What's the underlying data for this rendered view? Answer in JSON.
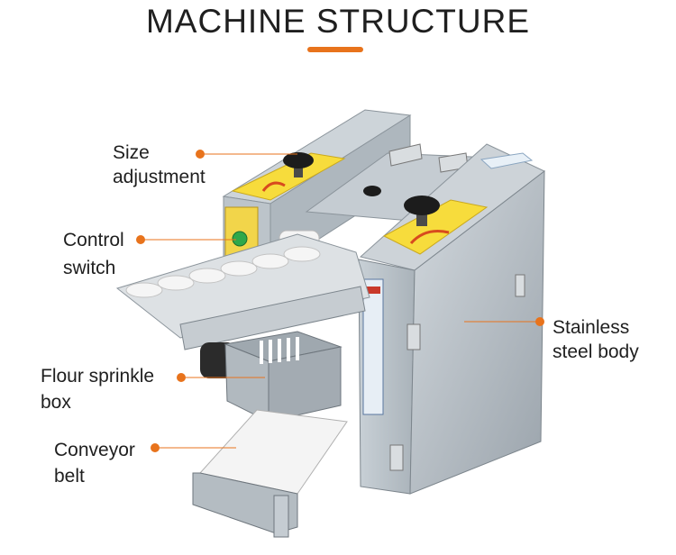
{
  "title": "MACHINE STRUCTURE",
  "colors": {
    "accent": "#e8731c",
    "text": "#1f1f1f",
    "steel": "#b9c1c8"
  },
  "callouts": [
    {
      "lines": [
        "Size",
        "adjustment"
      ]
    },
    {
      "lines": [
        "Control",
        "switch"
      ]
    },
    {
      "lines": [
        "Flour sprinkle",
        "box"
      ]
    },
    {
      "lines": [
        "Conveyor",
        "belt"
      ]
    },
    {
      "lines": [
        "Stainless",
        "steel body"
      ]
    }
  ]
}
